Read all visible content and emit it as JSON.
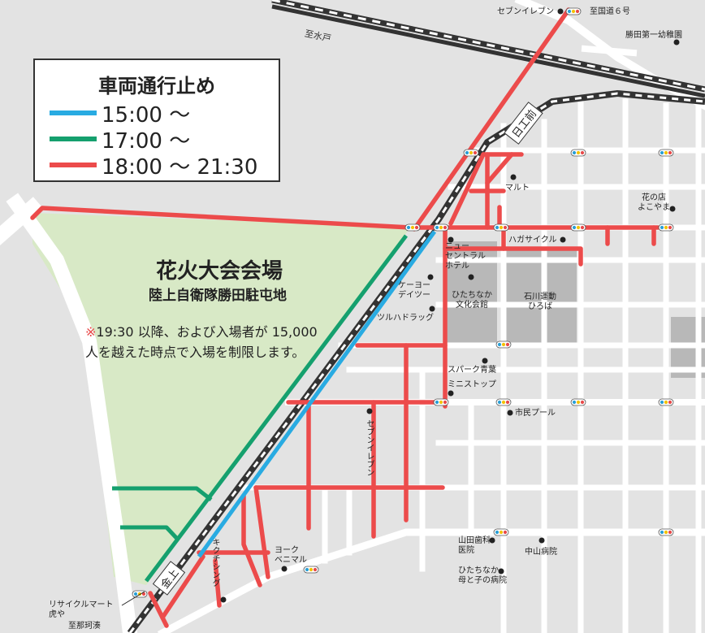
{
  "legend": {
    "title": "車両通行止め",
    "items": [
      {
        "label": "15:00 〜",
        "color": "#29abe2"
      },
      {
        "label": "17:00 〜",
        "color": "#15a06e"
      },
      {
        "label": "18:00 〜 21:30",
        "color": "#ec4b4b"
      }
    ]
  },
  "venue": {
    "title": "花火大会会場",
    "subtitle": "陸上自衛隊勝田駐屯地",
    "note_mark": "※",
    "note": "19:30 以降、および入場者が 15,000 人を越えた時点で入場を制限します。"
  },
  "stations": {
    "nikkomae": "日工前",
    "kanejo": "金上"
  },
  "labels": {
    "seven_top": "セブンイレブン",
    "route6": "至国道６号",
    "kindergarten": "勝田第一幼稚園",
    "to_mito": "至水戸",
    "maruto": "マルト",
    "flower_shop": "花の店\nよこやま",
    "hagacycle": "ハガサイクル",
    "new_central_hotel": "ニュー\nセントラル\nホテル",
    "hitachinaka_hall": "ひたちなか\n文化会館",
    "ishikawa_plaza": "石川運動\nひろば",
    "keiyo_d2": "ケーヨー\nデイツー",
    "tsuruha": "ツルハドラッグ",
    "spark": "スパーク青葉",
    "ministop": "ミニストップ",
    "pool": "市民プール",
    "seven_mid": "セブンイレブン",
    "kikuchi": "キクチシング",
    "york": "ヨーク\nベニマル",
    "yamada_dental": "山田歯科\n医院",
    "nakayama": "中山病院",
    "maternity": "ひたちなか\n母と子の病院",
    "recycle": "リサイクルマート\n虎や",
    "to_naka": "至那珂湊"
  }
}
